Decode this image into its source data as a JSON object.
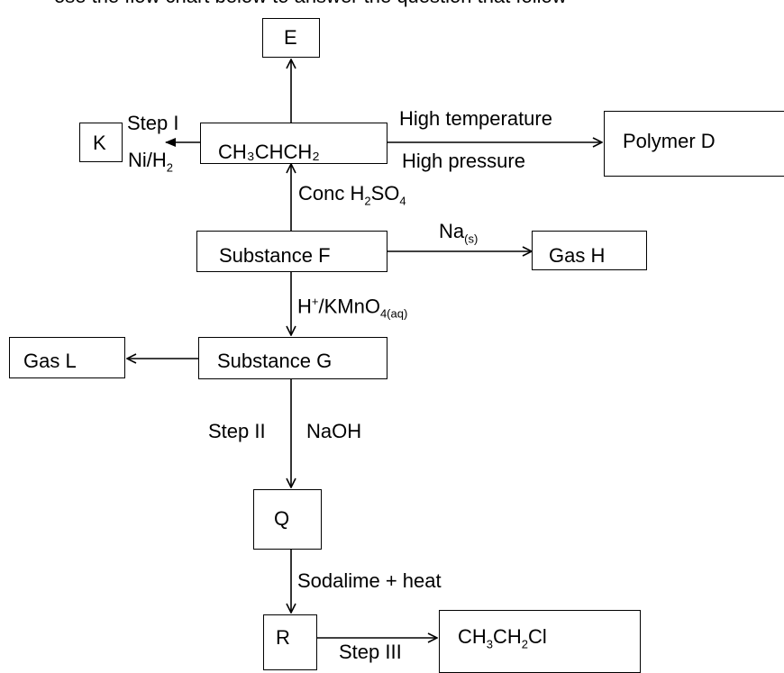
{
  "header_fragment": "ose the flow chart below to answer the question that follow",
  "nodes": {
    "E": "E",
    "main": "CH₃CHCH₂",
    "K": "K",
    "polymer": "Polymer D",
    "F": "Substance F",
    "H": "Gas H",
    "G": "Substance G",
    "L": "Gas L",
    "Q": "Q",
    "R": "R",
    "product": {
      "a": "CH",
      "b": "3",
      "c": "CH",
      "d": "2",
      "e": "Cl"
    }
  },
  "labels": {
    "step1": "Step I",
    "nih2": {
      "a": "Ni/H",
      "b": "2"
    },
    "high_temp": "High temperature",
    "high_pressure": "High pressure",
    "conc": {
      "a": "Conc H",
      "b": "2",
      "c": "SO",
      "d": "4"
    },
    "na": {
      "a": "Na",
      "b": "(s)"
    },
    "kmno4": {
      "a": "H",
      "b": "+",
      "c": "/KMnO",
      "d": "4(aq)"
    },
    "step2": "Step II",
    "naoh": "NaOH",
    "sodalime": "Sodalime + heat",
    "step3": "Step III"
  }
}
